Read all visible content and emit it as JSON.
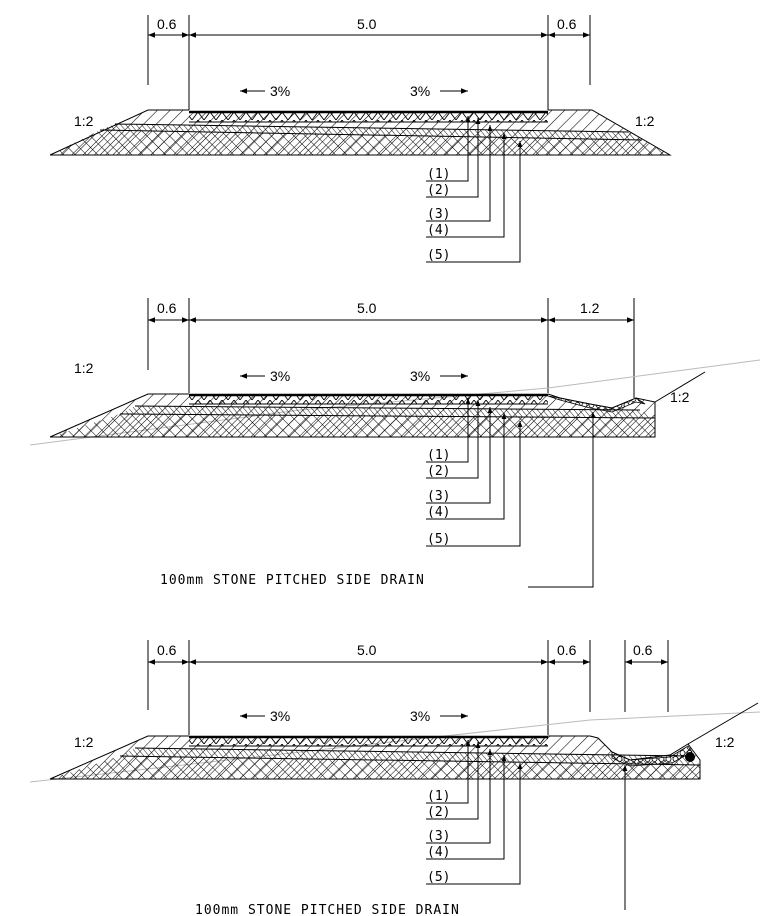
{
  "sections": [
    {
      "dims": [
        "0.6",
        "5.0",
        "0.6"
      ],
      "slope_left": "1:2",
      "slope_right": "1:2",
      "grade_left": "3%",
      "grade_right": "3%",
      "layers": [
        "(1)",
        "(2)",
        "(3)",
        "(4)",
        "(5)"
      ]
    },
    {
      "dims": [
        "0.6",
        "5.0",
        "1.2"
      ],
      "slope_left": "1:2",
      "slope_right": "1:2",
      "grade_left": "3%",
      "grade_right": "3%",
      "layers": [
        "(1)",
        "(2)",
        "(3)",
        "(4)",
        "(5)"
      ],
      "drain_label": "100mm STONE PITCHED SIDE DRAIN"
    },
    {
      "dims": [
        "0.6",
        "5.0",
        "0.6",
        "0.6"
      ],
      "slope_left": "1:2",
      "slope_right": "1:2",
      "grade_left": "3%",
      "grade_right": "3%",
      "layers": [
        "(1)",
        "(2)",
        "(3)",
        "(4)",
        "(5)"
      ],
      "drain_label": "100mm STONE PITCHED SIDE DRAIN"
    }
  ]
}
